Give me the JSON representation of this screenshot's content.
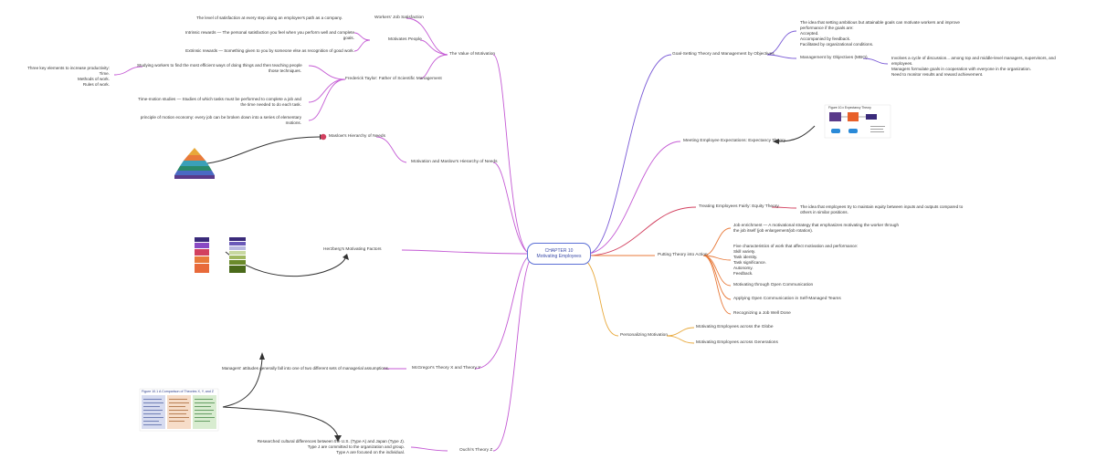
{
  "central": {
    "line1": "CHAPTER 10",
    "line2": "Motivating Employees"
  },
  "value_of_motivation": {
    "label": "The Value of Motivation",
    "employees_job_satisfaction": "Workers' Job Satisfaction",
    "job_satisfaction_def": "The level of satisfaction at every step along an employee's path as a company.",
    "motivates_people": "Motivates People",
    "intrinsic_rewards_1": "Intrinsic rewards — The personal satisfaction you feel when you perform well and complete",
    "intrinsic_rewards_2": "goals.",
    "extrinsic_rewards": "Extrinsic rewards — Something given to you by someone else as recognition of good work.",
    "taylor": "Frederick Taylor: Father of Scientific Management",
    "studying_1": "Studying workers to find the most efficient ways of doing things and then teaching people",
    "studying_2": "those techniques.",
    "three_key_1": "Three key elements to increase productivity:",
    "three_key_2": "Time.",
    "three_key_3": "Methods of work.",
    "three_key_4": "Rules of work.",
    "time_motion_1": "Time-motion studies — Studies of which tasks must be performed to complete a job and",
    "time_motion_2": "the time needed to do each task.",
    "principle_1": "principle of motion economy: every job can be broken down into a series of elementary",
    "principle_2": "motions."
  },
  "maslow": {
    "label": "Motivation and Maslow's Hierarchy of Needs",
    "hierarchy": "Maslow's Hierarchy of Needs"
  },
  "herzberg": {
    "label": "Herzberg's Motivating Factors"
  },
  "mcgregor": {
    "label": "McGregor's Theory X and Theory Y",
    "desc": "Managers' attitudes generally fall into one of two different sets of managerial assumptions.",
    "figure_title": "Figure 10.1 A Comparison of Theories X, Y, and Z",
    "col_x": "THEORY X",
    "col_y": "THEORY Y",
    "col_z": "THEORY Z"
  },
  "ouchi": {
    "label": "Ouchi's Theory Z",
    "desc_1": "Researched cultural differences between the U.S. (Type A) and Japan (Type J).",
    "desc_2": "Type J are committed to the organization and group.",
    "desc_3": "Type A are focused on the individual."
  },
  "goal_setting": {
    "label": "Goal-Setting Theory and Management by Objectives",
    "desc_1": "The idea that setting ambitious but attainable goals can motivate workers and improve",
    "desc_2": "performance if the goals are:",
    "desc_3": "Accepted.",
    "desc_4": "Accompanied by feedback.",
    "desc_5": "Facilitated by organizational conditions.",
    "mbo": "Management by Objectives (MBO)",
    "mbo_1": "Involves a cycle of discussion... among top and middle-level managers, supervisors, and",
    "mbo_2": "employees.",
    "mbo_3": "Managers formulate goals in cooperation with everyone in the organization.",
    "mbo_4": "Need to monitor results and reward achievement."
  },
  "expectancy": {
    "label": "Meeting Employee Expectations: Expectancy Theory",
    "figure_title": "Figure 10.x Expectancy Theory"
  },
  "equity": {
    "label": "Treating Employees Fairly: Equity Theory",
    "desc_1": "The idea that employees try to maintain equity between inputs and outputs compared to",
    "desc_2": "others in similar positions."
  },
  "theory_into_action": {
    "label": "Putting Theory into Action",
    "job_enrichment_1": "Job enrichment — A motivational strategy that emphasizes motivating the worker through",
    "job_enrichment_2": "the job itself (job enlargement/job rotation).",
    "five_1": "Five characteristics of work that affect motivation and performance:",
    "five_2": "Skill variety.",
    "five_3": "Task identity.",
    "five_4": "Task significance.",
    "five_5": "Autonomy.",
    "five_6": "Feedback.",
    "open_comm": "Motivating through Open Communication",
    "self_managed": "Applying Open Communication in Self-Managed Teams",
    "recognizing": "Recognizing a Job Well Done"
  },
  "personalizing": {
    "label": "Personalizing Motivation",
    "globe": "Motivating Employees across the Globe",
    "generations": "Motivating Employees across Generations"
  },
  "colors": {
    "purple": "#c45ad4",
    "violet": "#7a5ad6",
    "red": "#d2405f",
    "orange": "#e87a3a",
    "yellow": "#e8a83a",
    "dark_purple": "#8e3aa8"
  }
}
